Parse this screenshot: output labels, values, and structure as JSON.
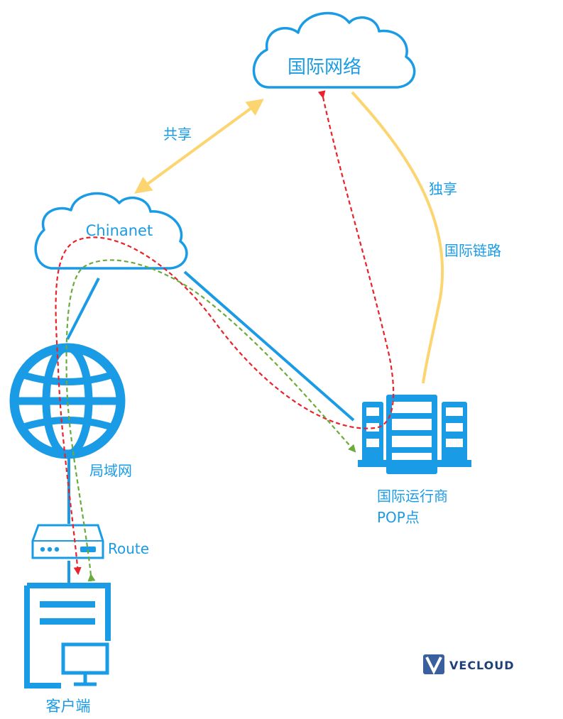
{
  "nodes": {
    "international_network": "国际网络",
    "chinanet": "Chinanet",
    "lan": "局域网",
    "router": "Route",
    "client": "客户端",
    "pop_line1": "国际运行商",
    "pop_line2": "POP点"
  },
  "links": {
    "shared": "共享",
    "dedicated": "独享",
    "intl_link": "国际链路"
  },
  "brand": {
    "name": "VECLOUD"
  },
  "colors": {
    "primary_blue": "#1a9be6",
    "link_yellow": "#fcd571",
    "path_red": "#e8232b",
    "path_green": "#6aab3c"
  }
}
